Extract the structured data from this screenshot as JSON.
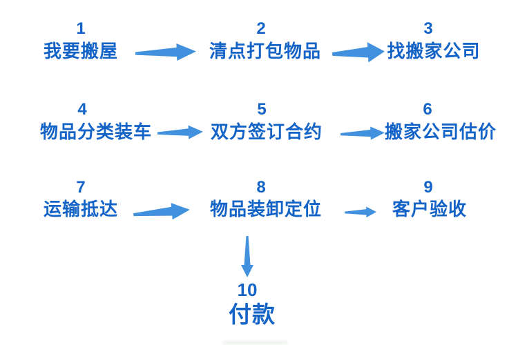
{
  "diagram": {
    "type": "flowchart",
    "language": "zh",
    "colors": {
      "step_text": "#1463C6",
      "arrow": "#4291DE"
    },
    "steps": [
      {
        "number": "1",
        "label": "我要搬屋"
      },
      {
        "number": "2",
        "label": "清点打包物品"
      },
      {
        "number": "3",
        "label": "找搬家公司"
      },
      {
        "number": "4",
        "label": "物品分类装车"
      },
      {
        "number": "5",
        "label": "双方签订合约"
      },
      {
        "number": "6",
        "label": "搬家公司估价"
      },
      {
        "number": "7",
        "label": "运输抵达"
      },
      {
        "number": "8",
        "label": "物品装卸定位"
      },
      {
        "number": "9",
        "label": "客户验收"
      },
      {
        "number": "10",
        "label": "付款"
      }
    ],
    "connections": [
      {
        "from": "1",
        "to": "2",
        "direction": "right",
        "icon": "arrow-right-icon"
      },
      {
        "from": "2",
        "to": "3",
        "direction": "right",
        "icon": "arrow-right-icon"
      },
      {
        "from": "4",
        "to": "5",
        "direction": "right",
        "icon": "arrow-right-icon"
      },
      {
        "from": "5",
        "to": "6",
        "direction": "right",
        "icon": "arrow-right-icon"
      },
      {
        "from": "7",
        "to": "8",
        "direction": "right",
        "icon": "arrow-right-icon"
      },
      {
        "from": "8",
        "to": "9",
        "direction": "right",
        "icon": "arrow-right-icon"
      },
      {
        "from": "8",
        "to": "10",
        "direction": "down",
        "icon": "arrow-down-icon"
      }
    ]
  }
}
